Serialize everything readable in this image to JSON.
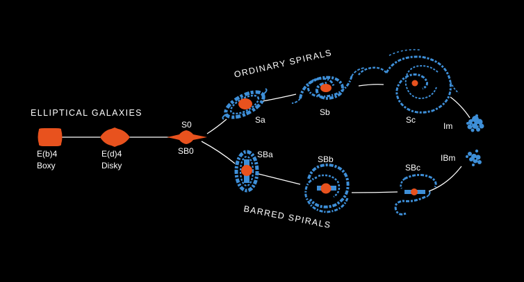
{
  "colors": {
    "background": "#000000",
    "bulge": "#e8521e",
    "disk": "#3e8fd8",
    "text": "#ffffff"
  },
  "headings": {
    "ellipticals": "ELLIPTICAL GALAXIES",
    "ordinary_spirals": "ORDINARY SPIRALS",
    "barred_spirals": "BARRED SPIRALS"
  },
  "galaxies": {
    "eb4": {
      "label": "E(b)4",
      "sublabel": "Boxy",
      "icon": "boxy-elliptical-galaxy"
    },
    "ed4": {
      "label": "E(d)4",
      "sublabel": "Disky",
      "icon": "disky-elliptical-galaxy"
    },
    "s0": {
      "label": "S0",
      "sublabel": "SB0",
      "icon": "lenticular-galaxy"
    },
    "sa": {
      "label": "Sa",
      "icon": "spiral-galaxy"
    },
    "sb": {
      "label": "Sb",
      "icon": "spiral-galaxy"
    },
    "sc": {
      "label": "Sc",
      "icon": "spiral-galaxy"
    },
    "im": {
      "label": "Im",
      "icon": "irregular-galaxy"
    },
    "sba": {
      "label": "SBa",
      "icon": "barred-spiral-galaxy"
    },
    "sbb": {
      "label": "SBb",
      "icon": "barred-spiral-galaxy"
    },
    "sbc": {
      "label": "SBc",
      "icon": "barred-spiral-galaxy"
    },
    "ibm": {
      "label": "IBm",
      "icon": "barred-irregular-galaxy"
    }
  }
}
